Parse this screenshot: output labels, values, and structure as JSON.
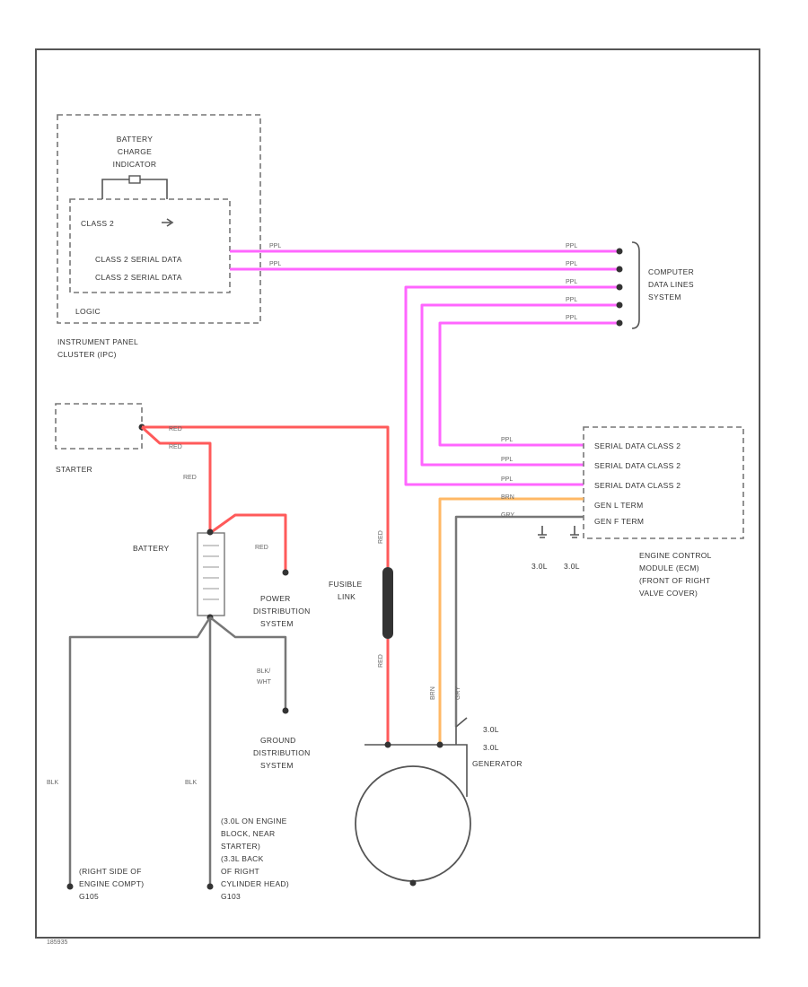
{
  "components": {
    "ipc": {
      "indicator": [
        "BATTERY",
        "CHARGE",
        "INDICATOR"
      ],
      "class2": "CLASS 2",
      "serial1": "CLASS 2 SERIAL DATA",
      "serial2": "CLASS 2 SERIAL DATA",
      "logic": "LOGIC",
      "name": [
        "INSTRUMENT PANEL",
        "CLUSTER (IPC)"
      ]
    },
    "computer_data": [
      "COMPUTER",
      "DATA LINES",
      "SYSTEM"
    ],
    "starter": "STARTER",
    "battery": "BATTERY",
    "power_dist": [
      "POWER",
      "DISTRIBUTION",
      "SYSTEM"
    ],
    "ground_dist": [
      "GROUND",
      "DISTRIBUTION",
      "SYSTEM"
    ],
    "fusible_link": [
      "FUSIBLE",
      "LINK"
    ],
    "ecm": {
      "pins": [
        "SERIAL DATA CLASS 2",
        "SERIAL DATA CLASS 2",
        "SERIAL DATA CLASS 2",
        "GEN L TERM",
        "GEN F TERM"
      ],
      "name": [
        "ENGINE CONTROL",
        "MODULE (ECM)",
        "(FRONT OF RIGHT",
        "VALVE COVER)"
      ],
      "grounds": [
        "3.0L",
        "3.0L"
      ]
    },
    "generator": "GENERATOR",
    "gen_engine": [
      "3.0L",
      "3.0L"
    ],
    "ground_right": [
      "(RIGHT SIDE OF",
      "ENGINE COMPT)",
      "G105"
    ],
    "ground_engine": [
      "(3.0L ON ENGINE",
      "BLOCK, NEAR",
      "STARTER)",
      "(3.3L BACK",
      "OF RIGHT",
      "CYLINDER HEAD)",
      "G103"
    ]
  },
  "wires": {
    "red": "RED",
    "blk": "BLK",
    "blk_wht": [
      "BLK/",
      "WHT"
    ],
    "ppl": "PPL",
    "gry": "GRY",
    "brn": "BRN"
  },
  "footer_code": "185935",
  "colors": {
    "serial_data": "#ff66ff",
    "battery_feed": "#ff5a5a",
    "gen_l_term": "#ffb866",
    "ground": "#777777"
  }
}
